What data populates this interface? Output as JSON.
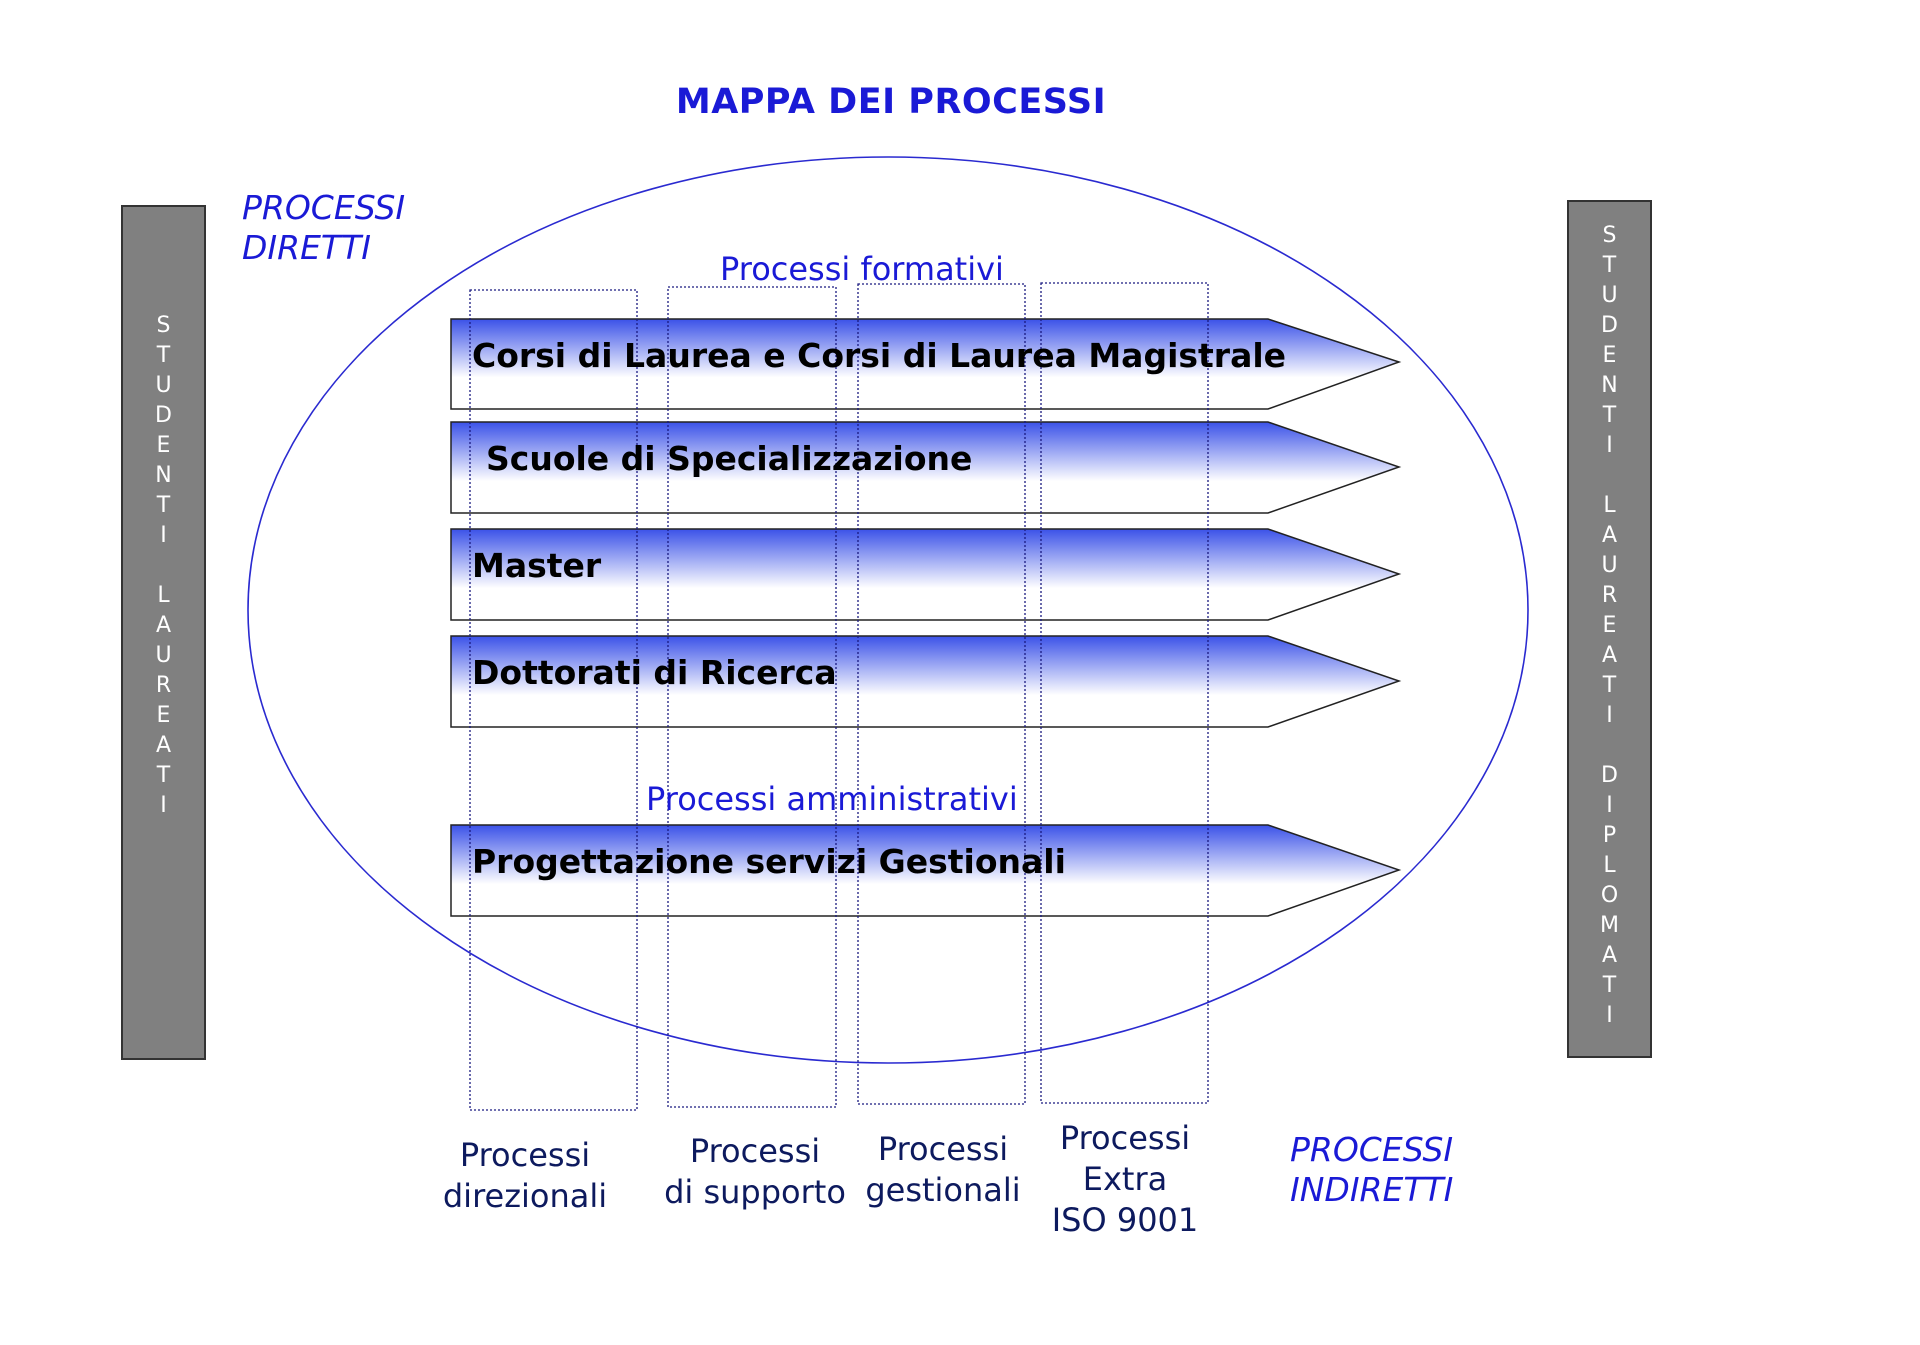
{
  "title": "MAPPA DEI PROCESSI",
  "left_bar": {
    "label": "STUDENTI LAUREATI"
  },
  "right_bar": {
    "label": "STUDENTI LAUREATI DIPLOMATI"
  },
  "processi_diretti": [
    "PROCESSI",
    "DIRETTI"
  ],
  "processi_indiretti": [
    "PROCESSI",
    "INDIRETTI"
  ],
  "group_labels": {
    "formativi": "Processi formativi",
    "amministrativi": "Processi amministrativi"
  },
  "arrows": [
    "Corsi di Laurea e Corsi di Laurea Magistrale",
    "Scuole di Specializzazione",
    "Master",
    "Dottorati di Ricerca",
    "Progettazione servizi Gestionali"
  ],
  "columns": [
    [
      "Processi",
      "direzionali"
    ],
    [
      "Processi",
      "di supporto"
    ],
    [
      "Processi",
      "gestionali"
    ],
    [
      "Processi",
      "Extra",
      "ISO 9001"
    ]
  ],
  "colors": {
    "accent_blue": "#1a1ad6",
    "arrow_gradient_top": "#3b52e8",
    "arrow_gradient_bottom": "#ffffff",
    "sidebar_gray": "#808080"
  }
}
